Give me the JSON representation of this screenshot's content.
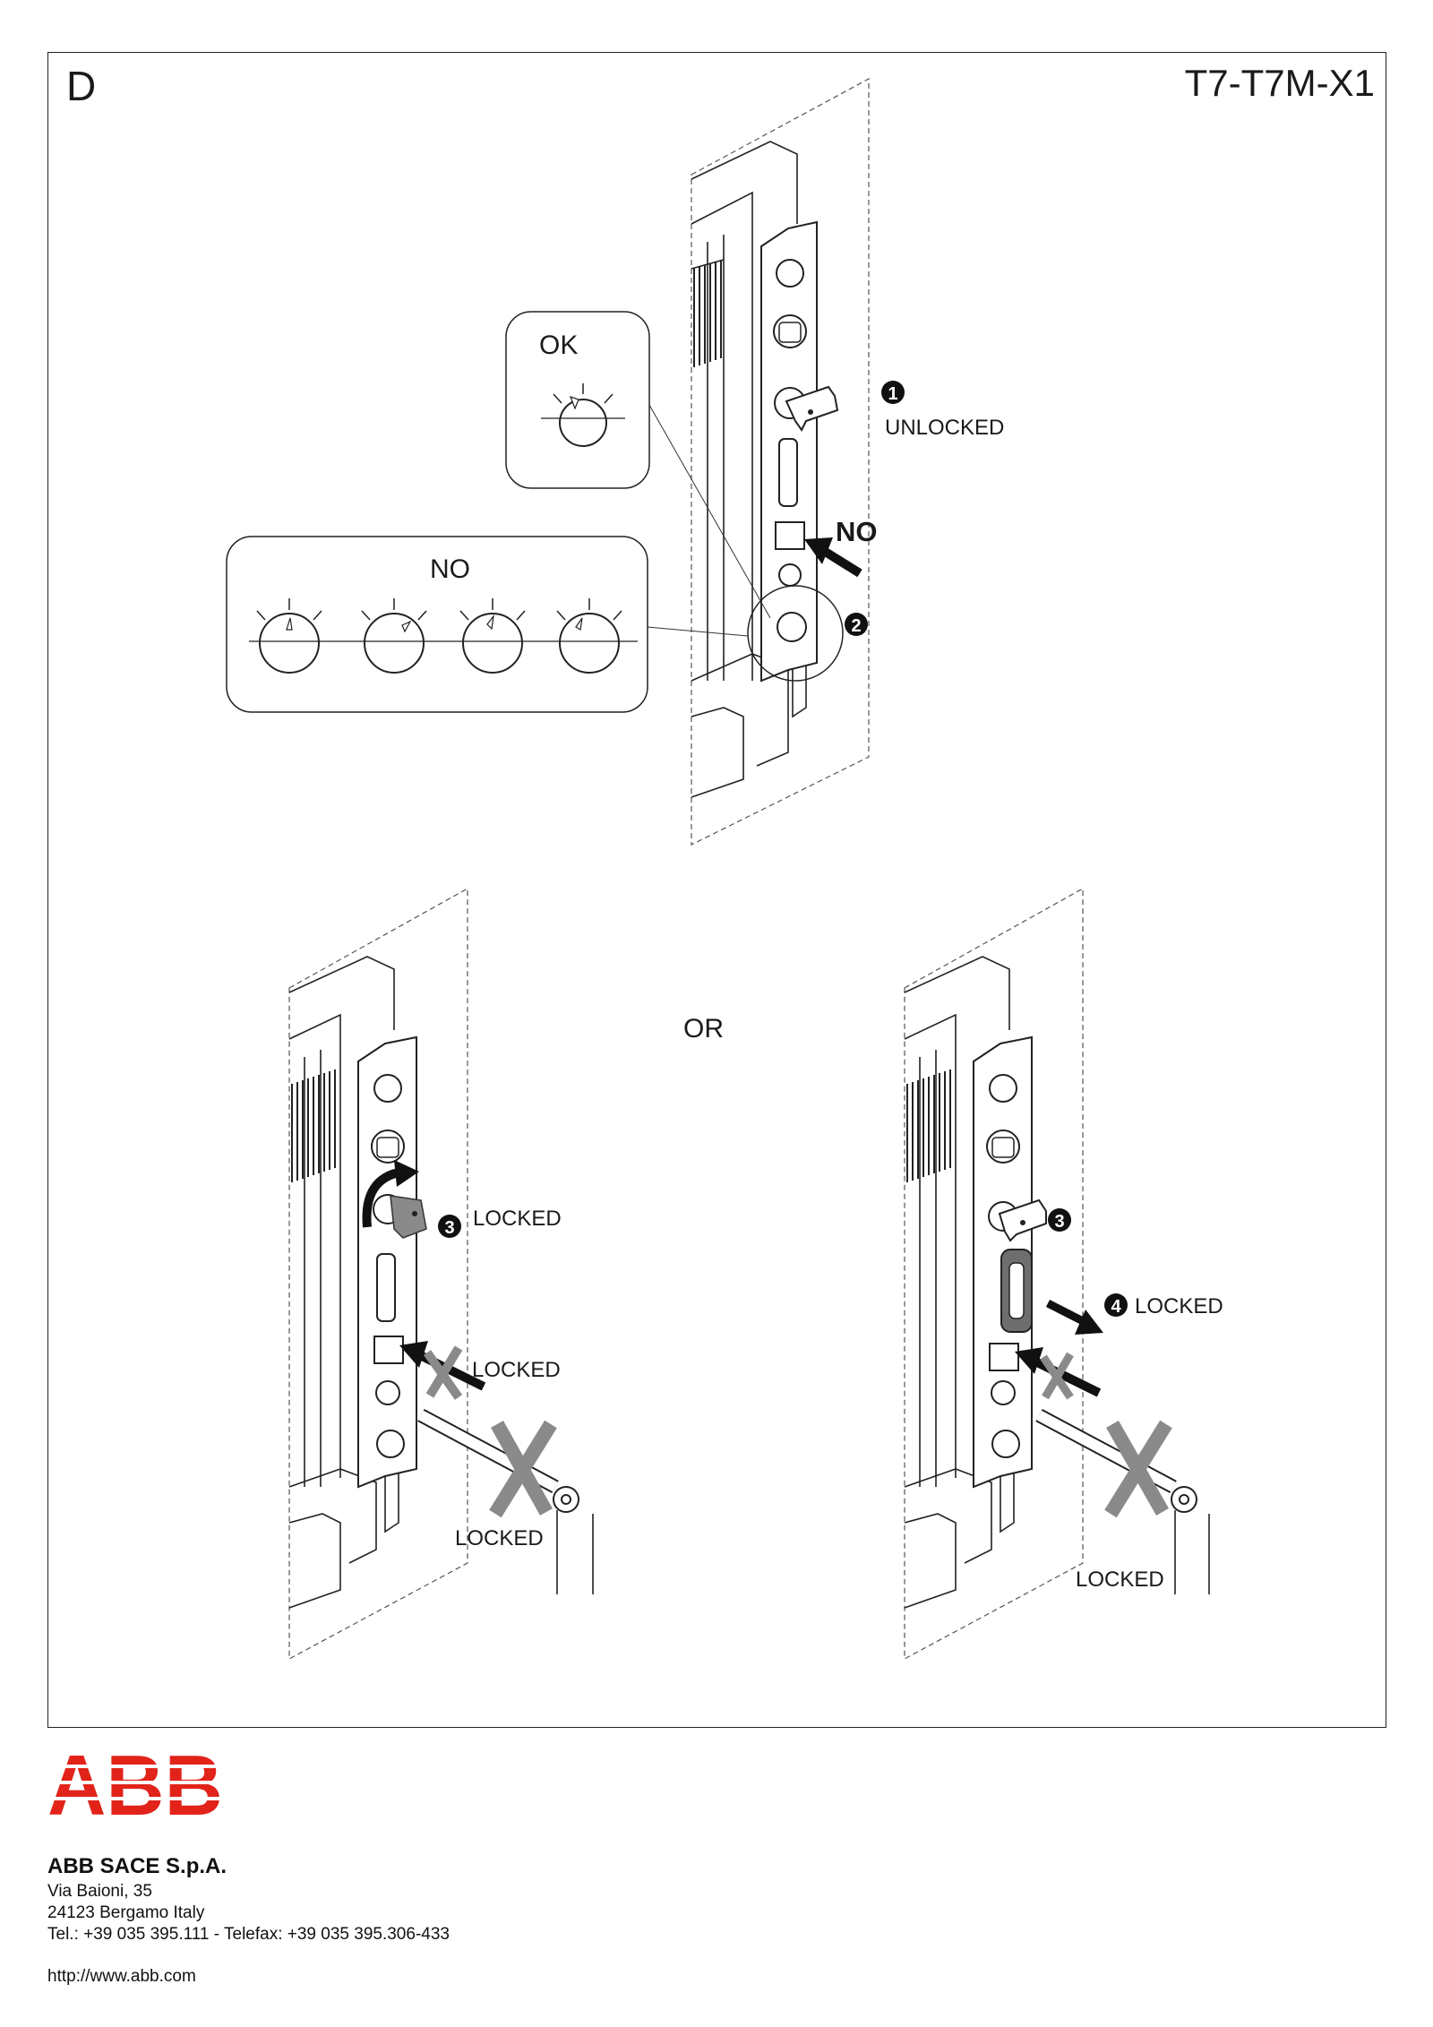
{
  "header": {
    "section_letter": "D",
    "model": "T7-T7M-X1"
  },
  "top_view": {
    "ok_callout_label": "OK",
    "no_callout_label": "NO",
    "step1_number": "1",
    "step1_label": "UNLOCKED",
    "push_no_label": "NO",
    "step2_number": "2"
  },
  "separator_label": "OR",
  "left_view": {
    "step3_number": "3",
    "key_label": "LOCKED",
    "button_label": "LOCKED",
    "lever_label": "LOCKED"
  },
  "right_view": {
    "step3_number": "3",
    "step4_number": "4",
    "padlock_label": "LOCKED",
    "lever_label": "LOCKED"
  },
  "footer": {
    "logo_text": "ABB",
    "logo_color": "#e2231a",
    "company": "ABB SACE S.p.A.",
    "address_line1": "Via Baioni, 35",
    "address_line2": "24123 Bergamo Italy",
    "phone_line": "Tel.: +39 035 395.111 - Telefax: +39 035 395.306-433",
    "url": "http://www.abb.com"
  }
}
